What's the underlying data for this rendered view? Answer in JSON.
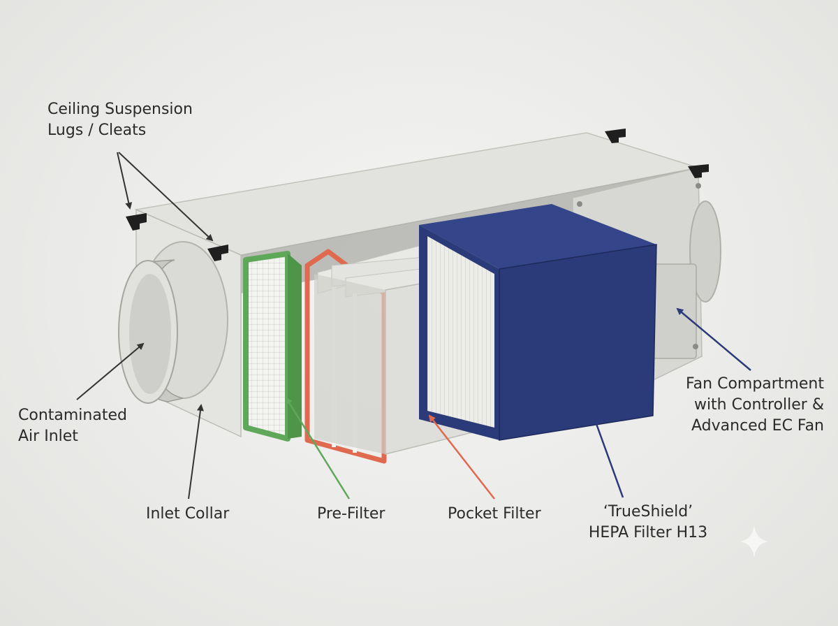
{
  "labels": {
    "suspension_line1": "Ceiling Suspension",
    "suspension_line2": "Lugs / Cleats",
    "inlet_line1": "Contaminated",
    "inlet_line2": "Air Inlet",
    "collar": "Inlet Collar",
    "prefilter": "Pre-Filter",
    "pocket": "Pocket Filter",
    "hepa_line1": "‘TrueShield’",
    "hepa_line2": "HEPA Filter H13",
    "fan_line1": "Fan Compartment",
    "fan_line2": "with Controller &",
    "fan_line3": "Advanced EC Fan"
  },
  "colors": {
    "housing": "#dcdcd8",
    "prefilter_frame": "#5fa85a",
    "pocket_frame": "#e06a4f",
    "hepa_body": "#2b3a78",
    "callout_dark": "#333333",
    "callout_hepa": "#2b3a78"
  }
}
